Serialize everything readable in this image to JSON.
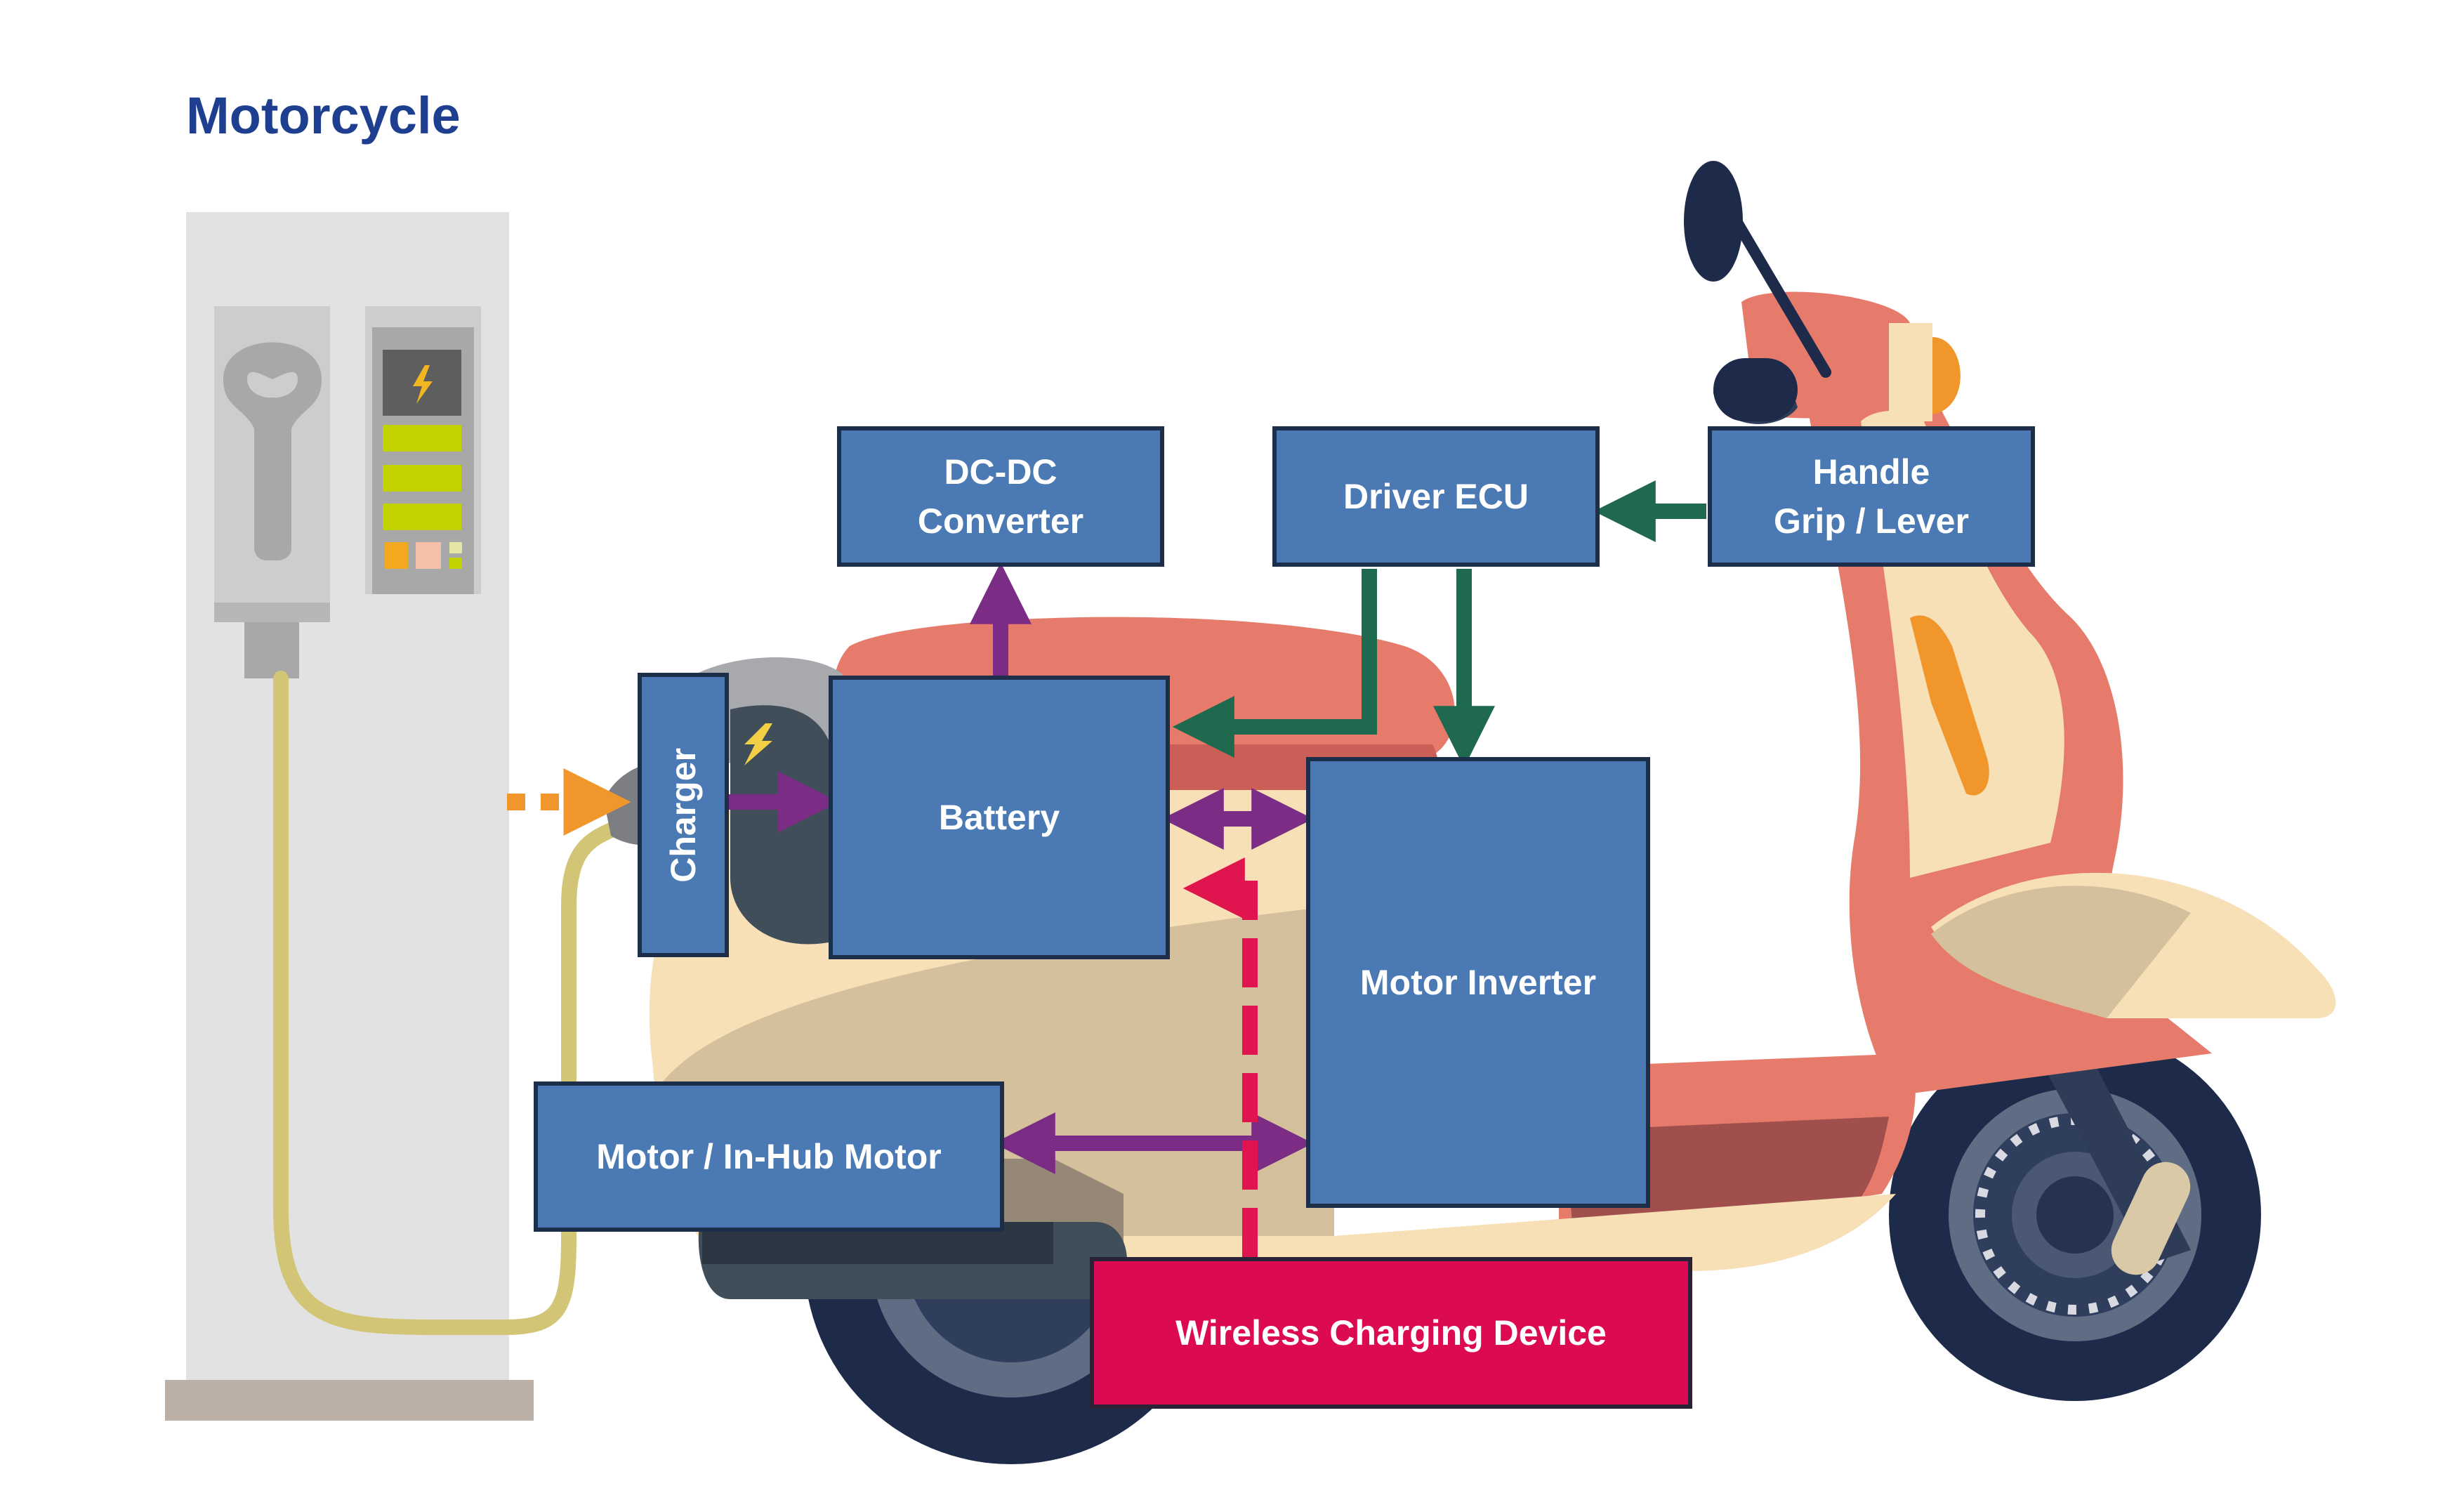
{
  "title": "Motorcycle",
  "blocks": {
    "dcdc": {
      "line1": "DC-DC",
      "line2": "Converter"
    },
    "driver_ecu": {
      "label": "Driver ECU"
    },
    "handle": {
      "line1": "Handle",
      "line2": "Grip / Lever"
    },
    "charger": {
      "label": "Charger"
    },
    "battery": {
      "label": "Battery"
    },
    "motor_inverter": {
      "label": "Motor Inverter"
    },
    "motor": {
      "label": "Motor / In-Hub Motor"
    },
    "wireless": {
      "label": "Wireless Charging Device"
    }
  },
  "colors": {
    "block_fill": "#4a79b3",
    "block_border": "#1d2e4b",
    "wireless_fill": "#dc0a52",
    "arrow_purple": "#7b2d86",
    "arrow_green": "#1f6a4f",
    "arrow_orange": "#f0962a",
    "arrow_red_dashed": "#e0144f",
    "title": "#1e3f8f"
  },
  "icons": [
    "charging-station-icon",
    "lightning-bolt-icon",
    "charging-plug-icon",
    "scooter-illustration"
  ]
}
